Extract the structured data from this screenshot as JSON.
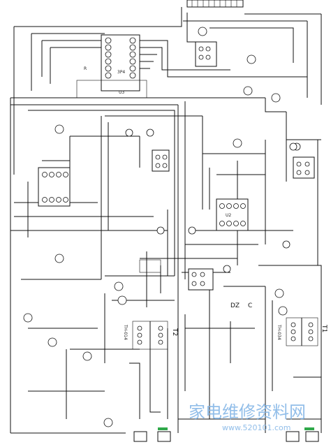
{
  "schematic": {
    "ic_labels": {
      "ic_top": "3P4",
      "ic_bottom": "U3",
      "ic_right": "U2"
    },
    "transformer_labels": {
      "t2": "T2",
      "t1": "T1",
      "t2_part": "TH-014",
      "t1_part": "TH-034"
    },
    "small_labels": {
      "dz1": "DZ",
      "r_top": "R",
      "c_mid": "C"
    },
    "watermark": {
      "text": "家电维修资料网",
      "url": "www.520101.com"
    }
  }
}
